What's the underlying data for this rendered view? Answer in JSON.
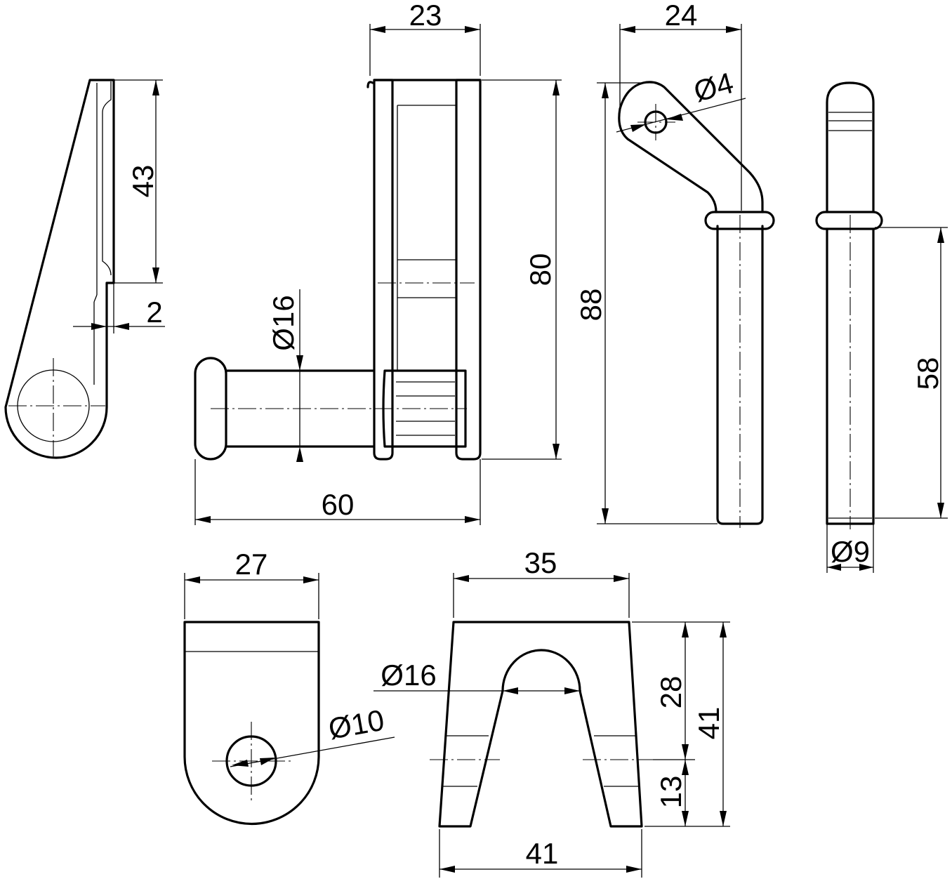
{
  "dimensions": {
    "hook_side_height": "43",
    "hook_side_step": "2",
    "hinge_width": "23",
    "hinge_height": "80",
    "hinge_length": "60",
    "hinge_pin_diameter": "Ø16",
    "lever_width": "24",
    "lever_height": "88",
    "lever_hole_diameter": "Ø4",
    "pin_length": "58",
    "pin_diameter": "Ø9",
    "tab_width": "27",
    "tab_hole_diameter": "Ø10",
    "fork_top_width": "35",
    "fork_bottom_width": "41",
    "fork_slot_diameter": "Ø16",
    "fork_slot_depth": "28",
    "fork_height": "41",
    "fork_base_height": "13"
  },
  "colors": {
    "line": "#000000",
    "background": "#ffffff"
  }
}
